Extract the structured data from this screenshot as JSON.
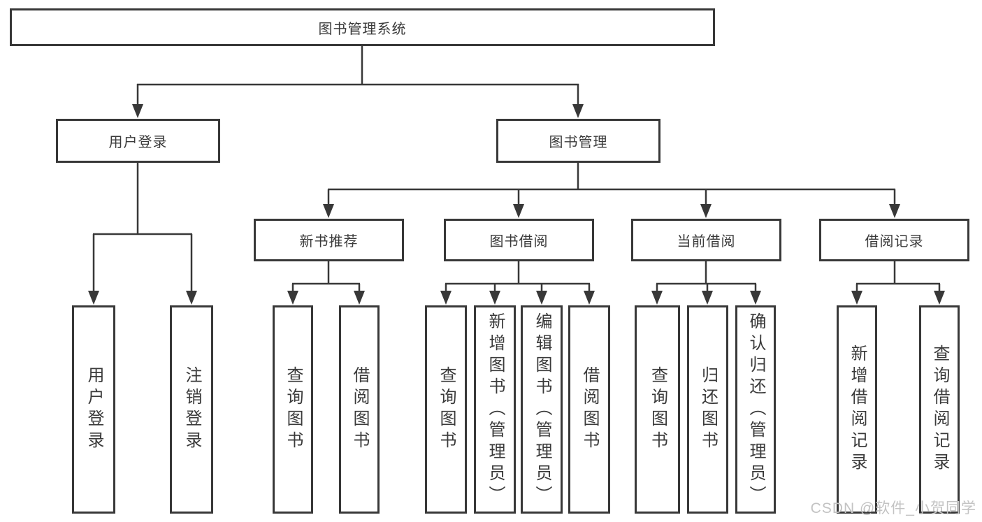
{
  "diagram": {
    "nodes": {
      "root": "图书管理系统",
      "user_login": "用户登录",
      "book_mgmt": "图书管理",
      "new_books": "新书推荐",
      "book_borrow": "图书借阅",
      "current_borrow": "当前借阅",
      "borrow_records": "借阅记录"
    },
    "leaves": {
      "user_login": [
        "用户登录",
        "注销登录"
      ],
      "new_books": [
        "查询图书",
        "借阅图书"
      ],
      "book_borrow": [
        "查询图书",
        "新增图书（管理员）",
        "编辑图书（管理员）",
        "借阅图书"
      ],
      "current_borrow": [
        "查询图书",
        "归还图书",
        "确认归还（管理员）"
      ],
      "borrow_records": [
        "新增借阅记录",
        "查询借阅记录"
      ]
    },
    "watermark": "CSDN @软件_小贺同学",
    "colors": {
      "line": "#383838",
      "text": "#3a3a3a",
      "box_background": "#ffffff",
      "watermark": "#c3c3c3"
    }
  }
}
